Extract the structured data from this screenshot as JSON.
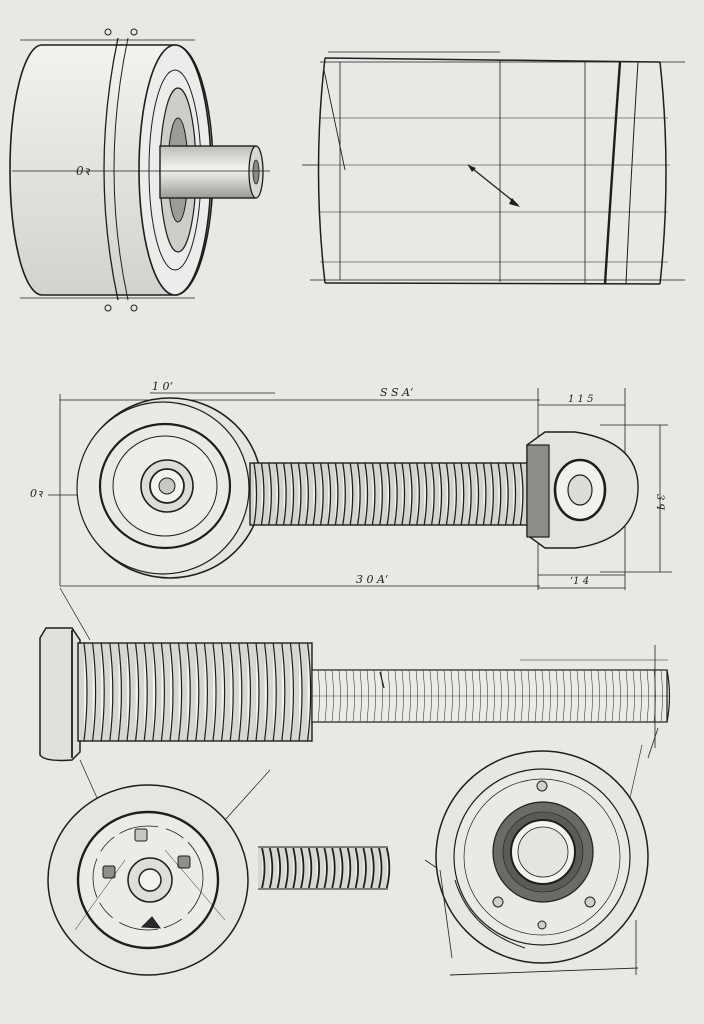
{
  "colors": {
    "paper": "#e9e8e4",
    "ink": "#1e1e1e",
    "shade": "#cfcfcb",
    "thread_dark": "#7a7a76"
  },
  "labels": {
    "cylinder_dim": "0ꝛ",
    "bolt_left_dim": "0ꝛ",
    "bolt_top_dim": "1 0ʻ",
    "bolt_length_dim": "S S Aʻ",
    "bolt_right_top_dim": "1 1 5",
    "bolt_height_dim": "3 ꟼ",
    "bolt_bottom_dim": "3 0 Aʻ",
    "bolt_right_bottom_dim": "ʻ1 4"
  }
}
